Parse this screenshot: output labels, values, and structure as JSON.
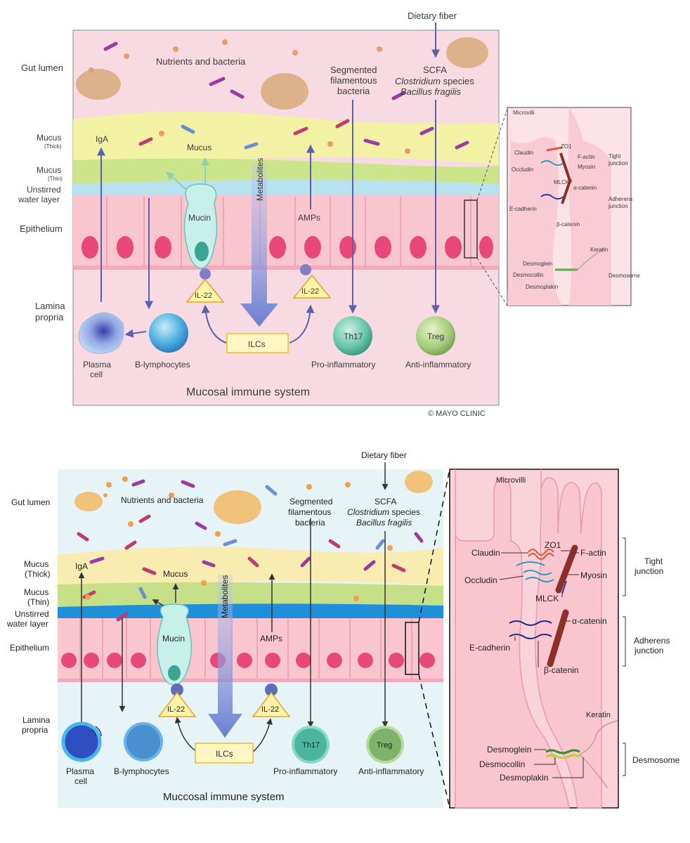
{
  "top": {
    "left_labels": {
      "gut_lumen": "Gut lumen",
      "mucus_thick": "Mucus",
      "mucus_thick_sub": "(Thick)",
      "mucus_thin": "Mucus",
      "mucus_thin_sub": "(Thin)",
      "unstirred_1": "Unstirred",
      "unstirred_2": "water layer",
      "epithelium": "Epithelium",
      "lamina_1": "Lamina",
      "lamina_2": "propria"
    },
    "dietary_fiber": "Dietary fiber",
    "nutrients": "Nutrients and bacteria",
    "sfb_1": "Segmented",
    "sfb_2": "filamentous",
    "sfb_3": "bacteria",
    "scfa": "SCFA",
    "clostridium": "Clostridium",
    "species": " species",
    "bacillus": "Bacillus fragilis",
    "iga": "IgA",
    "mucus": "Mucus",
    "mucin": "Mucin",
    "metabolites": "Metabolites",
    "amps": "AMPs",
    "il22": "IL-22",
    "ilcs": "ILCs",
    "th17": "Th17",
    "treg": "Treg",
    "plasma_1": "Plasma",
    "plasma_2": "cell",
    "blymph": "B-lymphocytes",
    "pro": "Pro-inflammatory",
    "anti": "Anti-inflammatory",
    "system": "Mucosal immune system",
    "copyright": "© MAYO CLINIC",
    "inset": {
      "microvilli": "Microvilli",
      "claudin": "Claudin",
      "zo1": "ZO1",
      "factin": "F-actin",
      "occludin": "Occludin",
      "myosin": "Myosin",
      "mlck": "MLCK",
      "acatenin": "α-catenin",
      "ecadherin": "E-cadherin",
      "bcatenin": "β-catenin",
      "keratin": "Keratin",
      "desmoglein": "Desmoglein",
      "desmocollin": "Desmocollin",
      "desmoplakin": "Desmoplakin",
      "tight_1": "Tight",
      "tight_2": "junction",
      "adherens_1": "Adherens",
      "adherens_2": "junction",
      "desmosome": "Desmosome"
    }
  },
  "bottom": {
    "left_labels": {
      "gut_lumen": "Gut lumen",
      "mucus_thick_1": "Mucus",
      "mucus_thick_2": "(Thick)",
      "mucus_thin_1": "Mucus",
      "mucus_thin_2": "(Thin)",
      "unstirred_1": "Unstirred",
      "unstirred_2": "water layer",
      "epithelium": "Epithelium",
      "lamina_1": "Lamina",
      "lamina_2": "propria"
    },
    "dietary_fiber": "Dietary fiber",
    "nutrients": "Nutrients and bacteria",
    "sfb_1": "Segmented",
    "sfb_2": "filamentous",
    "sfb_3": "bacteria",
    "scfa": "SCFA",
    "clostridium": "Clostridium",
    "species": " species",
    "bacillus": "Bacillus fragilis",
    "iga": "IgA",
    "mucus": "Mucus",
    "mucin": "Mucin",
    "metabolites": "Metabolites",
    "amps": "AMPs",
    "il22": "IL-22",
    "ilcs": "ILCs",
    "th17": "Th17",
    "treg": "Treg",
    "plasma_1": "Plasma",
    "plasma_2": "cell",
    "blymph": "B-lymphocytes",
    "pro": "Pro-inflammatory",
    "anti": "Anti-inflammatory",
    "system": "Muccosal immune system",
    "inset": {
      "microvilli": "Microvilli",
      "claudin": "Claudin",
      "zo1": "ZO1",
      "factin": "F-actin",
      "occludin": "Occludin",
      "myosin": "Myosin",
      "mlck": "MLCK",
      "acatenin": "α-catenin",
      "ecadherin": "E-cadherin",
      "bcatenin": "β-catenin",
      "keratin": "Keratin",
      "desmoglein": "Desmoglein",
      "desmocollin": "Desmocollin",
      "desmoplakin": "Desmoplakin",
      "tight_1": "Tight",
      "tight_2": "junction",
      "adherens_1": "Adherens",
      "adherens_2": "junction",
      "desmosome": "Desmosome"
    }
  },
  "colors": {
    "lumen_top": "#f8dbe2",
    "lumen_bottom": "#e6f3f7",
    "mucus_thick": "#f3f2a4",
    "mucus_thin": "#cde58a",
    "water": "#1e8fd8",
    "epithelium": "#f9c6d0",
    "nucleus": "#e8477a",
    "arrow": "#5a5fae",
    "metabolites": "#7c8fd6",
    "il22_fill": "#fff3a8",
    "th17": "#5fbfa5",
    "treg": "#9cc47a",
    "bcell": "#4aa3d8",
    "plasma": "#3b4fb0"
  }
}
